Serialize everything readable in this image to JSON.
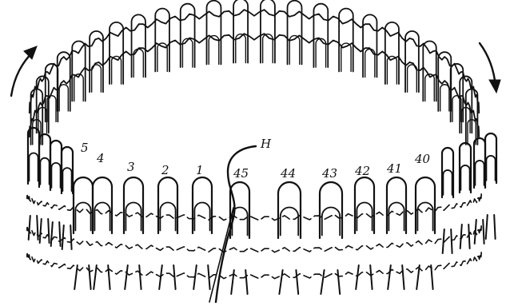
{
  "diagram": {
    "ink_color": "#111111",
    "background_color": "#ffffff",
    "thread_label": "H",
    "needle_labels": [
      "5",
      "4",
      "3",
      "2",
      "1",
      "45",
      "44",
      "43",
      "42",
      "41",
      "40"
    ],
    "rotation_arrows": [
      "arrow-left",
      "arrow-right"
    ],
    "loop_count": 45
  }
}
